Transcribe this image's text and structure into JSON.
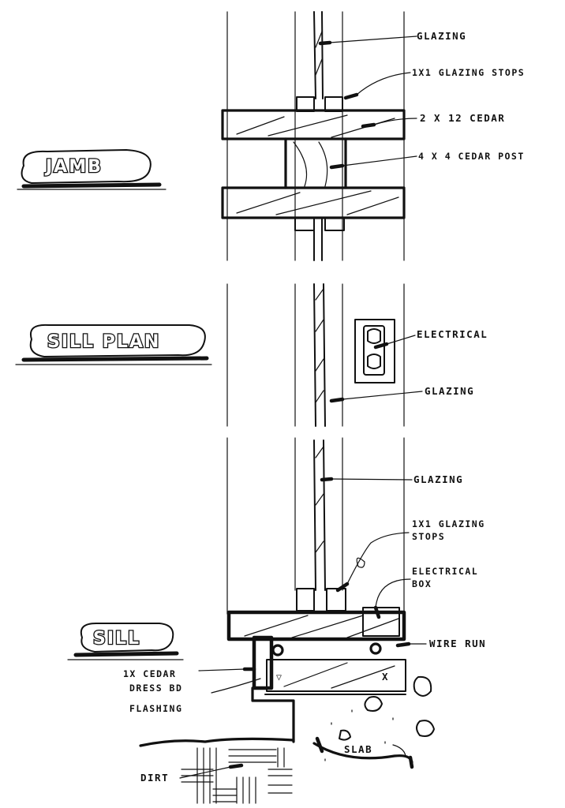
{
  "titles": {
    "jamb": "JAMB",
    "sill_plan": "SILL PLAN",
    "sill": "SILL"
  },
  "labels": {
    "glazing_top": "GLAZING",
    "glazing_stops_top": "1X1 GLAZING STOPS",
    "cedar_2x12": "2 X 12 CEDAR",
    "cedar_post": "4 X 4 CEDAR POST",
    "electrical": "ELECTRICAL",
    "glazing_mid": "GLAZING",
    "glazing_bottom": "GLAZING",
    "glazing_stops_bottom_1": "1X1 GLAZING",
    "glazing_stops_bottom_2": "STOPS",
    "electrical_box_1": "ELECTRICAL",
    "electrical_box_2": "BOX",
    "wire_run": "WIRE RUN",
    "cedar_dress_1": "1X CEDAR",
    "cedar_dress_2": "DRESS BD",
    "flashing": "FLASHING",
    "slab": "SLAB",
    "dirt": "DIRT",
    "x_mark": "X"
  },
  "colors": {
    "ink": "#111111",
    "paper": "#ffffff"
  }
}
